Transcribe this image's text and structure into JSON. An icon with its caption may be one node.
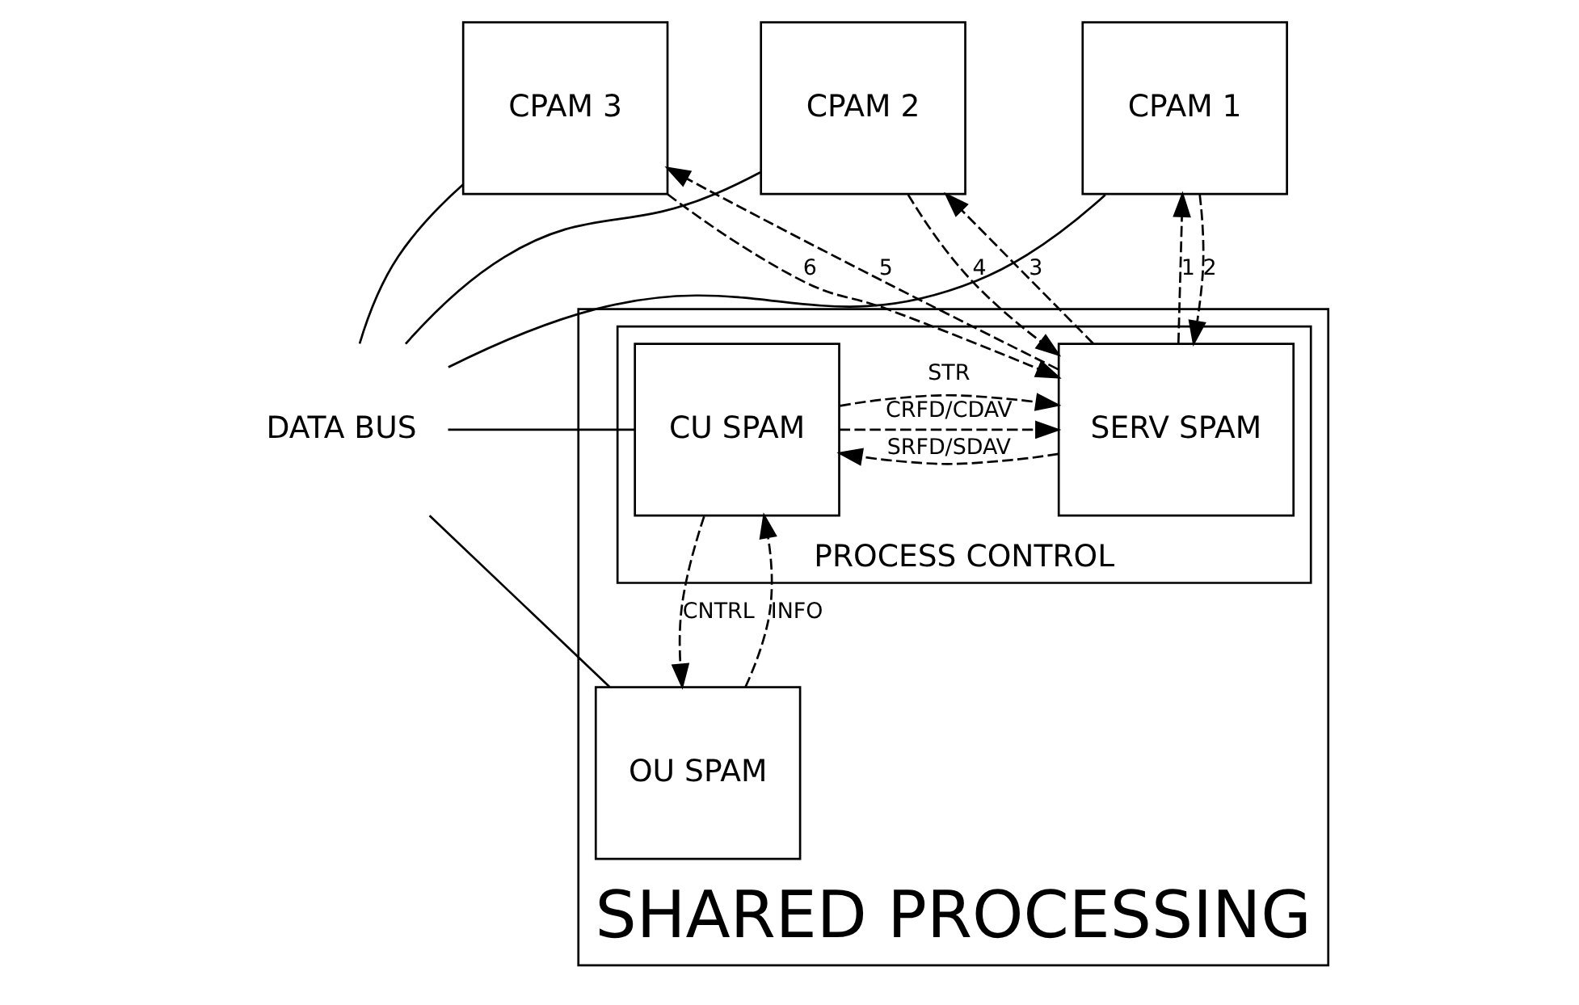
{
  "diagram": {
    "nodes": [
      {
        "text": [
          "CPAM 1"
        ]
      },
      {
        "text": [
          "CPAM 2"
        ]
      },
      {
        "text": [
          "CPAM 3"
        ]
      },
      {
        "text": [
          "DATA BUS"
        ]
      },
      {
        "text": [
          "SHARED PROCESSING"
        ]
      },
      {
        "text": [
          "PROCESS CONTROL"
        ],
        "in": 4
      },
      {
        "text": [
          "SERV SPAM"
        ],
        "in": 5
      },
      {
        "text": [
          "CU SPAM"
        ],
        "in": 5
      },
      {
        "text": [
          "OU SPAM"
        ],
        "in": 4
      }
    ],
    "edges": [
      {
        "from": 0,
        "to": 3,
        "arrow": "none"
      },
      {
        "from": 1,
        "to": 3,
        "arrow": "none"
      },
      {
        "from": 2,
        "to": 3,
        "arrow": "none"
      },
      {
        "from": 6,
        "to": 0,
        "arrow": "to",
        "label": "1",
        "style": "dashed"
      },
      {
        "from": 0,
        "to": 6,
        "arrow": "to",
        "label": "2",
        "style": "dashed"
      },
      {
        "from": 6,
        "to": 1,
        "arrow": "to",
        "label": "3",
        "style": "dashed"
      },
      {
        "from": 1,
        "to": 6,
        "arrow": "to",
        "label": "4",
        "style": "dashed"
      },
      {
        "from": 6,
        "to": 2,
        "arrow": "to",
        "label": "5",
        "style": "dashed"
      },
      {
        "from": 2,
        "to": 6,
        "arrow": "to",
        "label": "6",
        "style": "dashed"
      },
      {
        "from": 3,
        "to": 7,
        "arrow": "none"
      },
      {
        "from": 3,
        "to": 8,
        "arrow": "none"
      },
      {
        "from": 7,
        "to": 6,
        "arrow": "to",
        "label": "STR",
        "style": "dashed"
      },
      {
        "from": 6,
        "to": 7,
        "arrow": "to",
        "label": "SRFD/SDAV",
        "style": "dashed"
      },
      {
        "from": 7,
        "to": 6,
        "arrow": "to",
        "label": "CRFD/CDAV",
        "style": "dashed"
      },
      {
        "from": 7,
        "to": 8,
        "arrow": "to",
        "label": "CNTRL",
        "style": "dashed"
      },
      {
        "from": 8,
        "to": 7,
        "arrow": "to",
        "label": "INFO",
        "style": "dashed"
      }
    ]
  }
}
